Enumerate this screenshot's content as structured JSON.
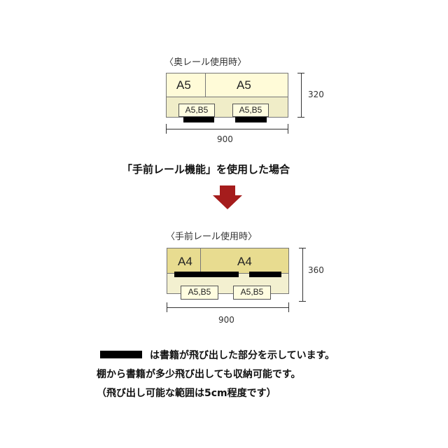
{
  "top": {
    "caption": "〈奥レール使用時〉",
    "slot_left": "A5",
    "slot_right": "A5",
    "front_left": "A5,B5",
    "front_right": "A5,B5",
    "height": "320",
    "width": "900"
  },
  "middle": {
    "heading": "「手前レール機能」を使用した場合",
    "arrow": "down-arrow-icon"
  },
  "bottom": {
    "caption": "〈手前レール使用時〉",
    "slot_left": "A4",
    "slot_right": "A4",
    "front_left": "A5,B5",
    "front_right": "A5,B5",
    "height": "360",
    "width": "900"
  },
  "notes": {
    "line1": "は書籍が飛び出した部分を示しています。",
    "line2": "棚から書籍が多少飛び出しても収納可能です。",
    "line3": "（飛び出し可能な範囲は5cm程度です）"
  },
  "colors": {
    "back_rail_top": "#fffbd8",
    "front_area_top": "#f0edc8",
    "back_rail_bottom": "#e8dc90",
    "front_area_bottom": "#f3f0d0",
    "arrow": "#a51c1c",
    "bar": "#000000"
  }
}
